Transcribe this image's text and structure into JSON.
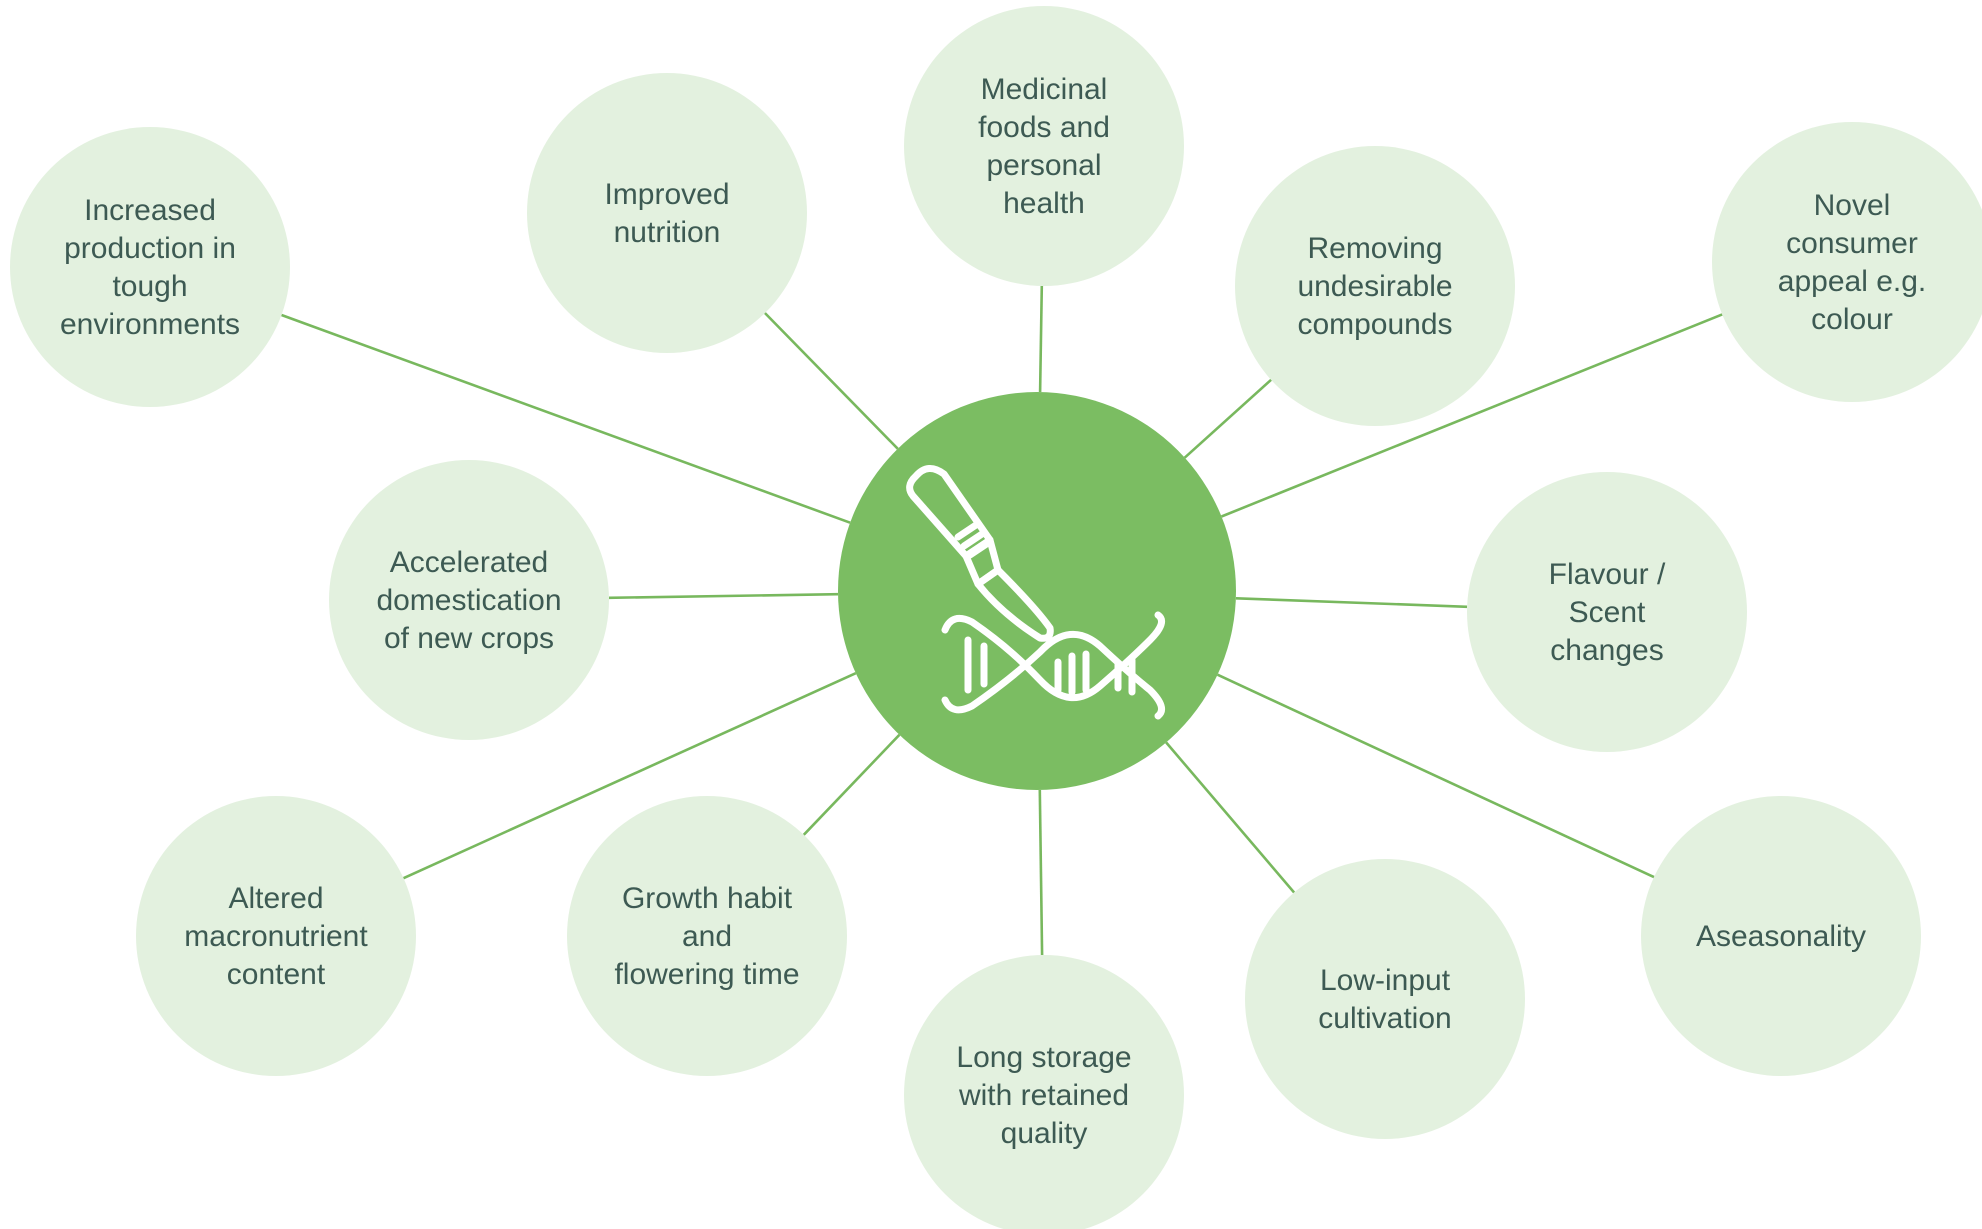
{
  "hub": {
    "icon": "scalpel-dna-icon",
    "color": "#7bbd62"
  },
  "colors": {
    "node_fill": "#e3f1df",
    "connector": "#78b85e",
    "text": "#3d5a53"
  },
  "nodes": [
    {
      "id": "increased-production",
      "lines": [
        "Increased",
        "production in",
        "tough",
        "environments"
      ]
    },
    {
      "id": "improved-nutrition",
      "lines": [
        "Improved",
        "nutrition"
      ]
    },
    {
      "id": "medicinal-foods",
      "lines": [
        "Medicinal",
        "foods and",
        "personal",
        "health"
      ]
    },
    {
      "id": "removing-compounds",
      "lines": [
        "Removing",
        "undesirable",
        "compounds"
      ]
    },
    {
      "id": "novel-consumer-appeal",
      "lines": [
        "Novel",
        "consumer",
        "appeal e.g.",
        "colour"
      ]
    },
    {
      "id": "accelerated-domestication",
      "lines": [
        "Accelerated",
        "domestication",
        "of new crops"
      ]
    },
    {
      "id": "flavour-scent",
      "lines": [
        "Flavour /",
        "Scent",
        "changes"
      ]
    },
    {
      "id": "altered-macronutrient",
      "lines": [
        "Altered",
        "macronutrient",
        "content"
      ]
    },
    {
      "id": "growth-habit",
      "lines": [
        "Growth habit",
        "and",
        "flowering time"
      ]
    },
    {
      "id": "long-storage",
      "lines": [
        "Long storage",
        "with retained",
        "quality"
      ]
    },
    {
      "id": "low-input",
      "lines": [
        "Low-input",
        "cultivation"
      ]
    },
    {
      "id": "aseasonality",
      "lines": [
        "Aseasonality"
      ]
    }
  ]
}
